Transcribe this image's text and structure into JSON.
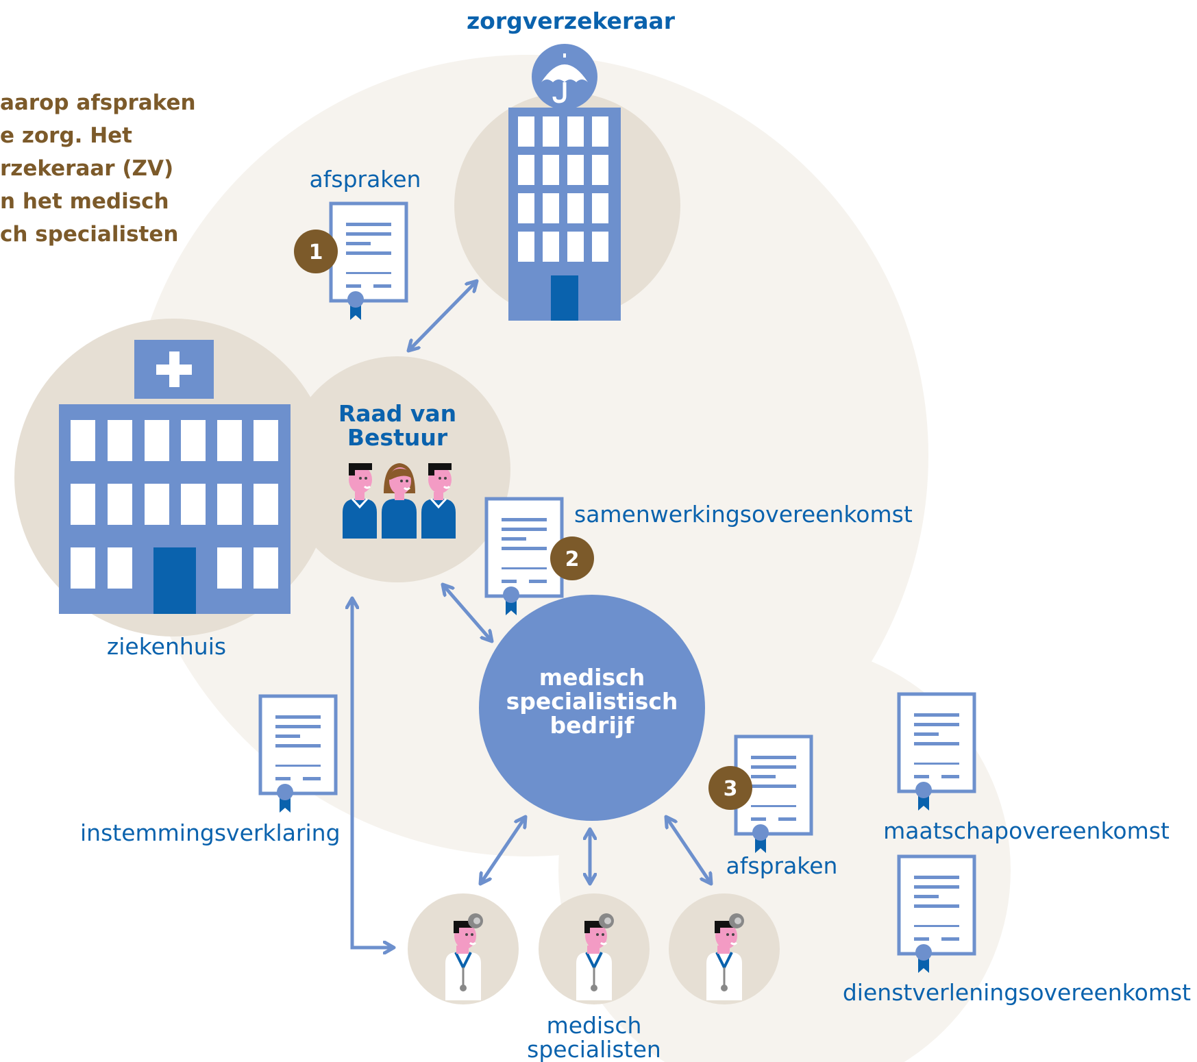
{
  "intro_lines": [
    "aarop afspraken",
    "e zorg. Het",
    "rzekeraar (ZV)",
    "n het medisch",
    "ch specialisten"
  ],
  "labels": {
    "insurer": "zorgverzekeraar",
    "hospital": "ziekenhuis",
    "board_line1": "Raad van",
    "board_line2": "Bestuur",
    "msb_line1": "medisch",
    "msb_line2": "specialistisch",
    "msb_line3": "bedrijf",
    "specialists_line1": "medisch",
    "specialists_line2": "specialisten"
  },
  "documents": {
    "afspraken_top": "afspraken",
    "samenwerking": "samenwerkingsovereenkomst",
    "instemming": "instemmingsverklaring",
    "afspraken_bottom": "afspraken",
    "maatschap": "maatschapovereenkomst",
    "dienstverlening": "dienstverleningsovereenkomst"
  },
  "badges": [
    "1",
    "2",
    "3"
  ],
  "colors": {
    "icon_blue": "#6d90cd",
    "dark_blue": "#0a62ad",
    "beige": "#e6dfd4",
    "light_bg": "#f6f3ee",
    "brown": "#7c5a2a",
    "pink": "#f39bc4"
  }
}
